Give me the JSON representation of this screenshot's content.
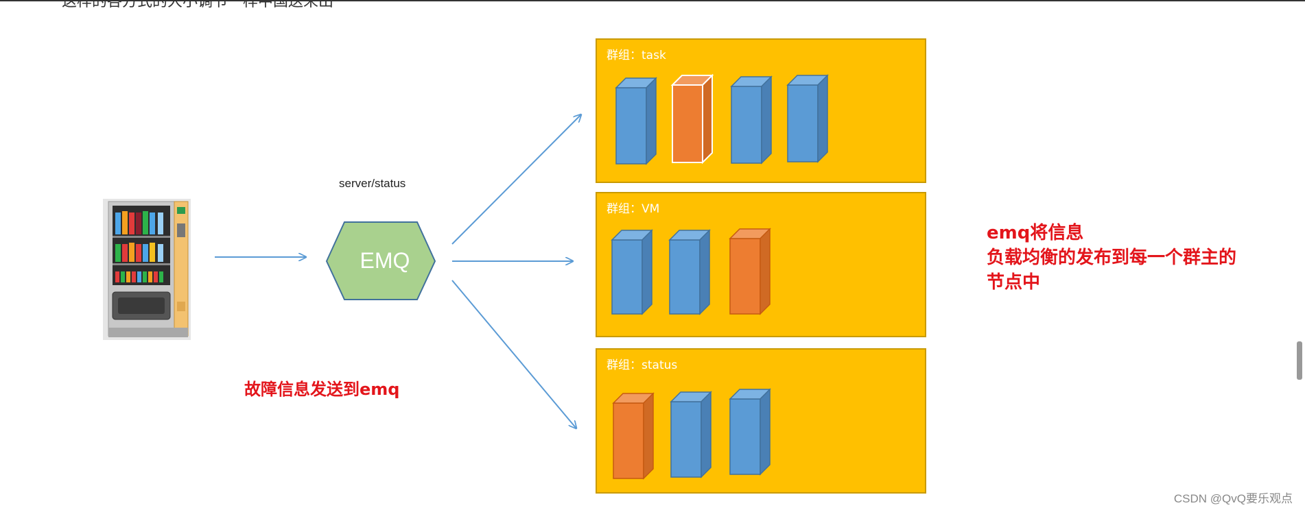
{
  "header": {
    "clipped_text": "这样的各方式的大小调节一样中国送来出"
  },
  "topic": {
    "label": "server/status"
  },
  "broker": {
    "label": "EMQ",
    "fill": "#a9d18e",
    "stroke": "#41719c"
  },
  "groups": [
    {
      "label": "群组：task",
      "nodes": [
        "blue",
        "orange",
        "blue",
        "blue"
      ]
    },
    {
      "label": "群组：VM",
      "nodes": [
        "blue",
        "blue",
        "orange"
      ]
    },
    {
      "label": "群组：status",
      "nodes": [
        "orange",
        "blue",
        "blue"
      ]
    }
  ],
  "notes": {
    "fault": "故障信息发送到emq",
    "balance": [
      "emq将信息",
      "负载均衡的发布到每一个群主的",
      "节点中"
    ]
  },
  "watermark": "CSDN @QvQ要乐观点",
  "colors": {
    "group_fill": "#ffc000",
    "node_blue": "#5b9bd5",
    "node_orange": "#ed7d31",
    "arrow": "#5b9bd5",
    "note_red": "#e3151b"
  }
}
